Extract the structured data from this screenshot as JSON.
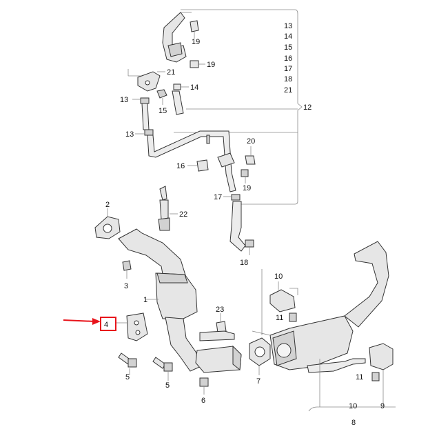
{
  "callouts": {
    "n1": "1",
    "n2": "2",
    "n3": "3",
    "n4": "4",
    "n5a": "5",
    "n5b": "5",
    "n6": "6",
    "n7": "7",
    "n8": "8",
    "n9": "9",
    "n10a": "10",
    "n10b": "10",
    "n11a": "11",
    "n11b": "11",
    "n12": "12",
    "n13a": "13",
    "n13b": "13",
    "n14": "14",
    "n15": "15",
    "n16": "16",
    "n17": "17",
    "n18": "18",
    "n19a": "19",
    "n19b": "19",
    "n19c": "19",
    "n20": "20",
    "n21": "21",
    "n22": "22",
    "n23": "23"
  },
  "group12_list": [
    "13",
    "14",
    "15",
    "16",
    "17",
    "18",
    "21"
  ],
  "highlight": {
    "label": "4",
    "color": "#e8141b"
  }
}
